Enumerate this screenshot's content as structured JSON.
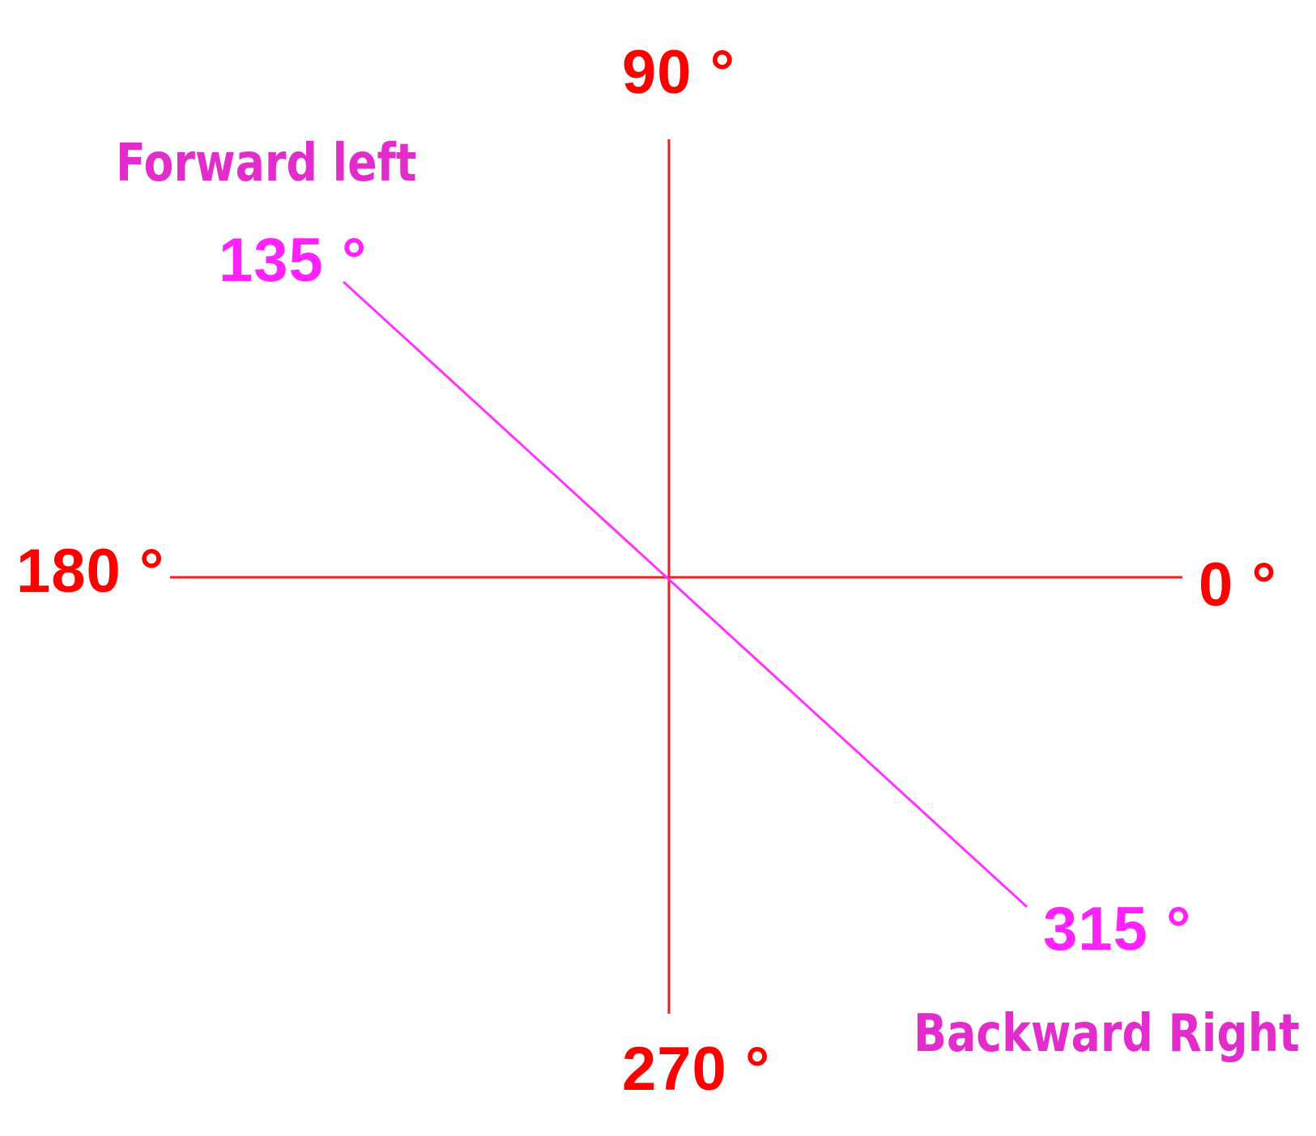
{
  "colors": {
    "axis": "#ff1a1a",
    "diagonal": "#ff33ff",
    "angle_red": "#ff0000",
    "angle_magenta": "#ff22ff",
    "direction": "#e22ccc",
    "background": "#ffffff"
  },
  "angles": {
    "deg_0": "0 °",
    "deg_90": "90 °",
    "deg_135": "135 °",
    "deg_180": "180 °",
    "deg_270": "270 °",
    "deg_315": "315 °"
  },
  "directions": {
    "forward_left": "Forward  left",
    "backward_right": "Backward  Right"
  }
}
